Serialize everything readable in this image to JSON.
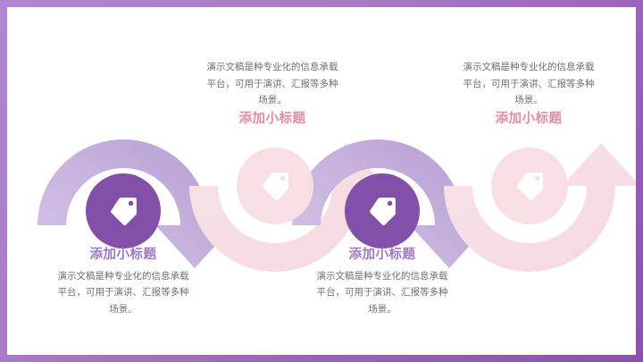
{
  "slide": {
    "background_color": "#ffffff",
    "border_color": "#9a5fb8",
    "accent_purple": "#8250a8",
    "accent_pink": "#f7dfe4",
    "title_purple": "#9d77c9",
    "title_pink": "#e48ca1",
    "body_color": "#6f6f73"
  },
  "body_text": {
    "line1": "演示文稿是种专业化的信息承载",
    "line2": "平台，可用于演讲、汇报等多种",
    "line3": "场景。"
  },
  "items": [
    {
      "id": "item-1",
      "index": "1",
      "title": "添加小标题",
      "icon": "tag-icon",
      "variant": "purple",
      "text_position": "below"
    },
    {
      "id": "item-2",
      "index": "2",
      "title": "添加小标题",
      "icon": "tag-icon",
      "variant": "pink",
      "text_position": "above"
    },
    {
      "id": "item-3",
      "index": "3",
      "title": "添加小标题",
      "icon": "tag-icon",
      "variant": "purple",
      "text_position": "below"
    },
    {
      "id": "item-4",
      "index": "4",
      "title": "添加小标题",
      "icon": "tag-icon",
      "variant": "pink",
      "text_position": "above"
    }
  ]
}
